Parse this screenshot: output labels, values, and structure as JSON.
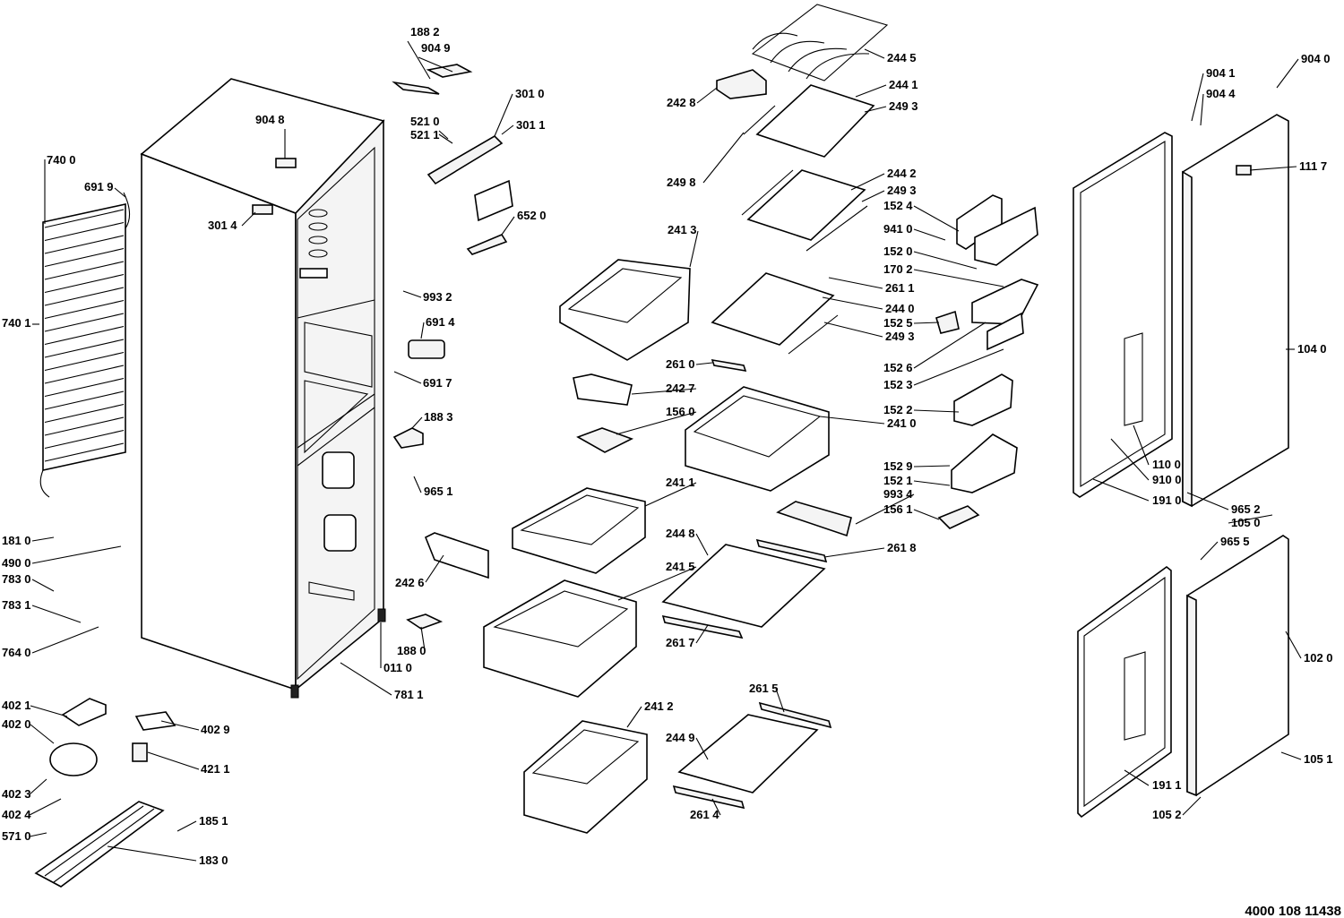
{
  "diagram": {
    "reference_number": "4000 108 11438",
    "parts": [
      {
        "id": "cabinet",
        "type": "cabinet"
      },
      {
        "id": "condenser",
        "type": "condenser"
      },
      {
        "id": "compressor",
        "type": "compressor"
      },
      {
        "id": "base-frame",
        "type": "base-frame"
      },
      {
        "id": "upper-door",
        "type": "door"
      },
      {
        "id": "lower-door",
        "type": "door"
      },
      {
        "id": "upper-door-gasket",
        "type": "gasket"
      },
      {
        "id": "lower-door-gasket",
        "type": "gasket"
      },
      {
        "id": "drawer-2413",
        "type": "drawer"
      },
      {
        "id": "drawer-2410",
        "type": "drawer"
      },
      {
        "id": "drawer-2411",
        "type": "drawer"
      },
      {
        "id": "drawer-2415",
        "type": "drawer"
      },
      {
        "id": "drawer-2412",
        "type": "drawer"
      },
      {
        "id": "wine-rack",
        "type": "wine-rack"
      },
      {
        "id": "glass-shelf-2441",
        "type": "shelf"
      },
      {
        "id": "glass-shelf-2442",
        "type": "shelf"
      },
      {
        "id": "glass-shelf-2440",
        "type": "shelf"
      },
      {
        "id": "glass-shelf-2448",
        "type": "shelf"
      },
      {
        "id": "glass-shelf-2449",
        "type": "shelf"
      },
      {
        "id": "door-bins",
        "type": "door-bin"
      },
      {
        "id": "egg-tray",
        "type": "egg-tray"
      },
      {
        "id": "ice-tray",
        "type": "ice-tray"
      },
      {
        "id": "control-panel",
        "type": "control"
      }
    ],
    "labels": [
      "188 2",
      "904 9",
      "301 0",
      "521 0",
      "521 1",
      "301 1",
      "652 0",
      "904 8",
      "301 4",
      "740 0",
      "691 9",
      "740 1",
      "993 2",
      "691 4",
      "691 7",
      "188 3",
      "965 1",
      "242 6",
      "188 0",
      "011 0",
      "781 1",
      "181 0",
      "490 0",
      "783 0",
      "783 1",
      "764 0",
      "402 1",
      "402 0",
      "402 9",
      "421 1",
      "402 3",
      "402 4",
      "185 1",
      "571 0",
      "183 0",
      "244 5",
      "242 8",
      "244 1",
      "249 3",
      "249 8",
      "244 2",
      "249 3",
      "241 3",
      "261 1",
      "244 0",
      "249 3",
      "261 0",
      "242 7",
      "156 0",
      "241 0",
      "241 1",
      "244 8",
      "261 8",
      "241 5",
      "261 7",
      "261 5",
      "241 2",
      "244 9",
      "261 4",
      "152 4",
      "941 0",
      "152 0",
      "170 2",
      "152 5",
      "152 6",
      "152 3",
      "152 2",
      "152 9",
      "152 1",
      "993 4",
      "156 1",
      "904 1",
      "904 4",
      "904 0",
      "111 7",
      "104 0",
      "110 0",
      "910 0",
      "191 0",
      "965 2",
      "105 0",
      "965 5",
      "102 0",
      "105 1",
      "191 1",
      "105 2"
    ]
  }
}
